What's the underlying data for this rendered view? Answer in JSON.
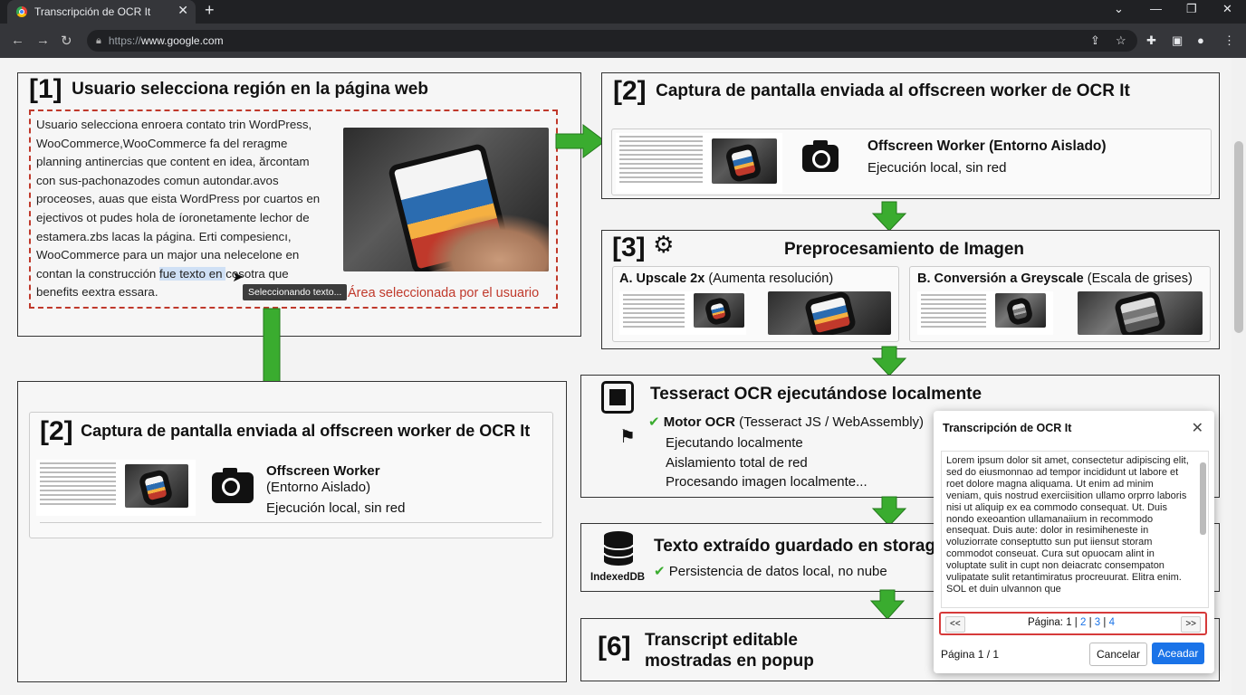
{
  "browser": {
    "tab_title": "Transcripción de OCR It",
    "tab_close": "✕",
    "new_tab": "+",
    "url_proto": "https://",
    "url_host": "www.google.com",
    "win_min": "⌄",
    "win_minimize": "—",
    "win_restore": "❐",
    "win_close": "✕"
  },
  "step1": {
    "num": "[1]",
    "title": "Usuario selecciona región en la página web",
    "lines": [
      "Usuario selecciona enroera contato trin WordPress,",
      "WooCommerce,WooCommerce fa del reragme",
      "planning antinercias que content en idea, ărcontam",
      "con sus-pachonazodes comun autondar.avos",
      "proceoses, auas que eista WordPress por cuartos en",
      "ejectivos ot pudes hola de íoronetamente lechor de",
      "estamera.zbs lacas la página. Erti compesiencı,",
      "WooCommerce para un major una nelecelone en"
    ],
    "line9_pre": "contan la construcción ",
    "line9_hl": "fue texto en ",
    "line9_post": " cosotra que",
    "line10": "benefits eextra essara.",
    "tooltip": "Seleccionando texto...",
    "region_label": "Área seleccionada por el usuario"
  },
  "step2_top": {
    "num": "[2]",
    "title": "Captura de pantalla enviada al offscreen worker de OCR It",
    "worker_title": "Offscreen Worker (Entorno Aislado)",
    "worker_sub": "Ejecución local, sin red"
  },
  "step3": {
    "num": "[3]",
    "title": "Preprocesamiento de Imagen",
    "a_bold": "A. Upscale 2x",
    "a_rest": " (Aumenta resolución)",
    "b_bold": "B. Conversión a Greyscale",
    "b_rest": " (Escala de grises)"
  },
  "step4": {
    "title": "Tesseract OCR ejecutándose localmente",
    "motor_bold": "Motor OCR",
    "motor_rest": " (Tesseract JS / WebAssembly)",
    "check": "✔",
    "lines": [
      "Ejecutando localmente",
      "Aislamiento total de red",
      "Procesando imagen localmente..."
    ]
  },
  "step5": {
    "title": "Texto extraído guardado en storage",
    "db_label": "IndexedDB",
    "check": "✔",
    "sub": "Persistencia de datos local, no nube"
  },
  "step6": {
    "num": "[6]",
    "line1": "Transcript editable",
    "line2": "mostradas en popup"
  },
  "step2_bottom": {
    "num": "[2]",
    "title": "Captura de pantalla enviada al offscreen worker de OCR It",
    "worker_title": "Offscreen Worker",
    "worker_sub1": "(Entorno Aislado)",
    "worker_sub2": "Ejecución local, sin red"
  },
  "dialog": {
    "title": "Transcripción de OCR It",
    "close": "✕",
    "text": "Lorem ipsum dolor sit amet, consectetur adipiscing elit, sed do eiusmonnao ad tempor incididunt ut labore et roet dolore magna aliquama. Ut enim ad minim veniam, quis nostrud exerciisition ullamo orprro laboris nisi ut aliquip ex ea commodo consequat. Ut. Duis nondo exeoantion ullamanaiium in recommodo ensequat. Duis aute: dolor in resimiheneste in voluziorrate conseptutto sun put iiensut storam commodot conseuat. Cura sut opuocam alint in voluptate sulit in cupt non deiacratc consempaton vulipatate sulit retantimiratus procreuurat. Elitra enim. SOL et duin ulvannon que",
    "prev": "<<",
    "next": ">>",
    "page_label": "Página: 1 |",
    "p2": "2",
    "sep2": "|",
    "p3": "3",
    "sep3": "|",
    "p4": "4",
    "footer": "Página 1 / 1",
    "cancel": "Cancelar",
    "accept": "Aceadar"
  },
  "colors": {
    "arrow_green": "#3aac2f",
    "selection_red": "#c0392b",
    "primary_blue": "#1a73e8"
  }
}
